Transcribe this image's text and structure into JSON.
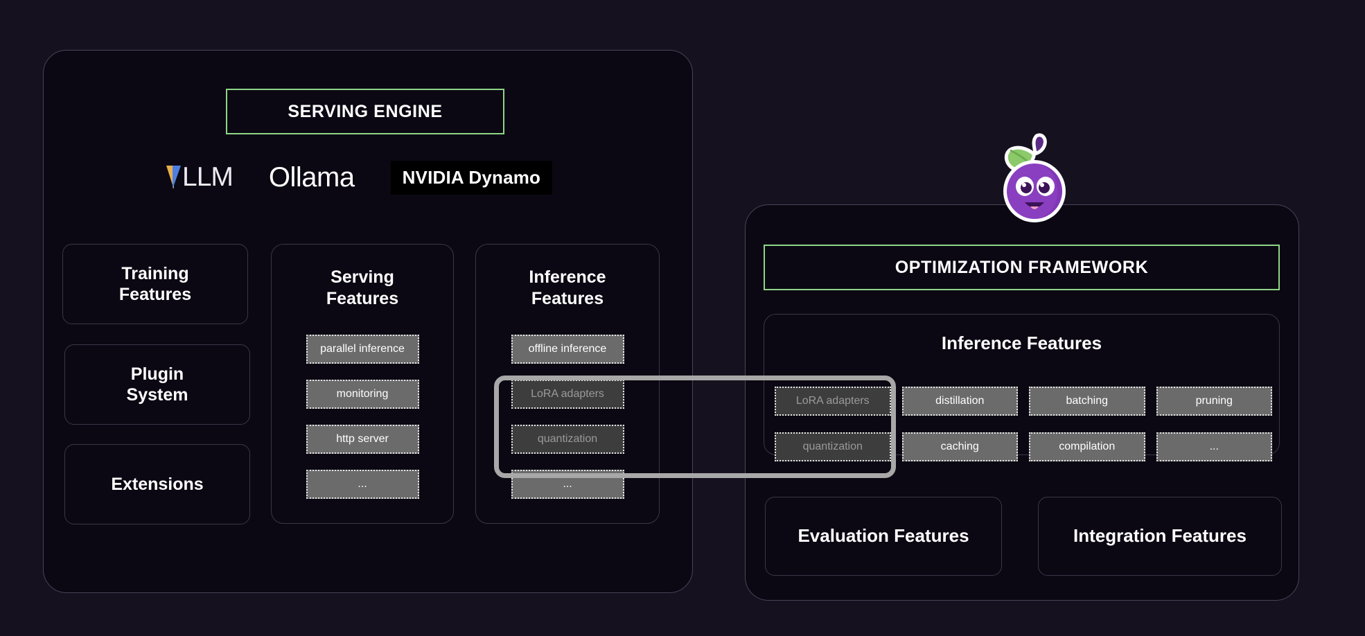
{
  "theme": {
    "background": "#16111f",
    "panel_bg": "#0b0813",
    "panel_border": "#4a4458",
    "accent_green": "#8fd687",
    "chip_fill": "#6b6b6b",
    "chip_fill_dim": "#3d3d3d",
    "highlight_stroke": "#a8a8a8",
    "text": "#ffffff"
  },
  "left_panel": {
    "header": "SERVING ENGINE",
    "logos": [
      {
        "name": "vllm",
        "text": "LLM"
      },
      {
        "name": "ollama",
        "text": "Ollama"
      },
      {
        "name": "nvidia-dynamo",
        "text": "NVIDIA Dynamo"
      }
    ],
    "cards": [
      {
        "name": "training-features",
        "label": "Training\nFeatures"
      },
      {
        "name": "plugin-system",
        "label": "Plugin\nSystem"
      },
      {
        "name": "extensions",
        "label": "Extensions"
      }
    ],
    "columns": [
      {
        "name": "serving-features",
        "title": "Serving\nFeatures",
        "chips": [
          {
            "label": "parallel inference",
            "dim": false
          },
          {
            "label": "monitoring",
            "dim": false
          },
          {
            "label": "http server",
            "dim": false
          },
          {
            "label": "...",
            "dim": false
          }
        ]
      },
      {
        "name": "inference-features",
        "title": "Inference\nFeatures",
        "chips": [
          {
            "label": "offline inference",
            "dim": false
          },
          {
            "label": "LoRA adapters",
            "dim": true
          },
          {
            "label": "quantization",
            "dim": true
          },
          {
            "label": "...",
            "dim": false
          }
        ]
      }
    ]
  },
  "right_panel": {
    "header": "OPTIMIZATION FRAMEWORK",
    "mascot": "plum-mascot-icon",
    "inner_title": "Inference Features",
    "chips": [
      {
        "label": "LoRA adapters",
        "dim": true
      },
      {
        "label": "distillation",
        "dim": false
      },
      {
        "label": "batching",
        "dim": false
      },
      {
        "label": "pruning",
        "dim": false
      },
      {
        "label": "quantization",
        "dim": true
      },
      {
        "label": "caching",
        "dim": false
      },
      {
        "label": "compilation",
        "dim": false
      },
      {
        "label": "...",
        "dim": false
      }
    ],
    "cards": [
      {
        "name": "evaluation-features",
        "label": "Evaluation Features"
      },
      {
        "name": "integration-features",
        "label": "Integration Features"
      }
    ]
  }
}
